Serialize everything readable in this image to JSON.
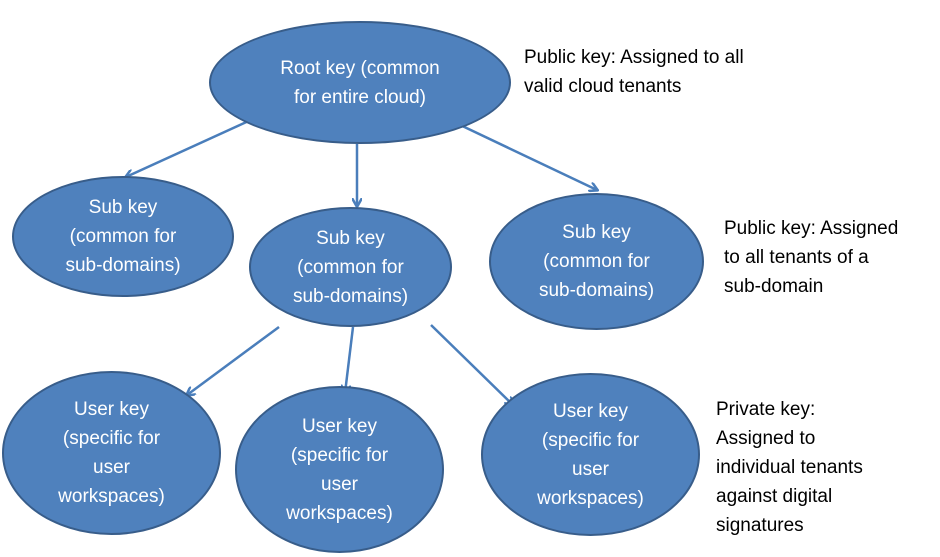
{
  "colors": {
    "node_fill": "#4f81bd",
    "node_border": "#385d8a",
    "arrow": "#4a7ebb",
    "node_text": "#ffffff",
    "note_text": "#000000"
  },
  "nodes": {
    "root": "Root key (common\nfor entire cloud)",
    "sub_left": "Sub key\n(common for\nsub-domains)",
    "sub_mid": "Sub key\n(common for\nsub-domains)",
    "sub_right": "Sub key\n(common for\nsub-domains)",
    "user_1": "User key\n(specific for\nuser\nworkspaces)",
    "user_2": "User key\n(specific for\nuser\nworkspaces)",
    "user_3": "User key\n(specific for\nuser\nworkspaces)"
  },
  "notes": {
    "root": "Public key: Assigned to all\nvalid cloud tenants",
    "sub": "Public key: Assigned\nto all tenants of a\nsub-domain",
    "user": "Private key:\nAssigned to\nindividual tenants\nagainst digital\nsignatures"
  },
  "edges": [
    {
      "from": "root",
      "to": "sub_left"
    },
    {
      "from": "root",
      "to": "sub_mid"
    },
    {
      "from": "root",
      "to": "sub_right"
    },
    {
      "from": "sub_mid",
      "to": "user_1"
    },
    {
      "from": "sub_mid",
      "to": "user_2"
    },
    {
      "from": "sub_mid",
      "to": "user_3"
    }
  ]
}
